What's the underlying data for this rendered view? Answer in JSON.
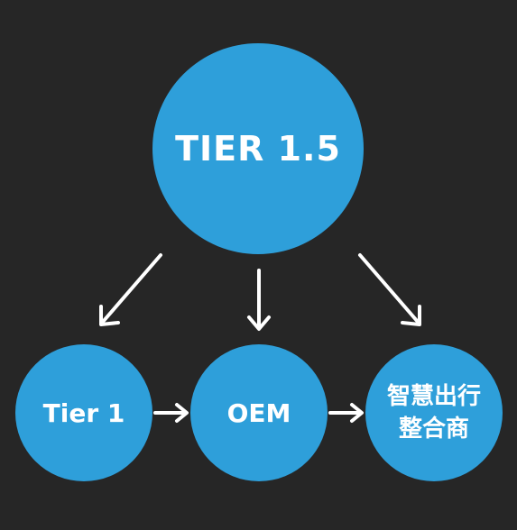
{
  "diagram": {
    "top_node": {
      "label": "TIER 1.5"
    },
    "bottom_nodes": [
      {
        "label": "Tier 1"
      },
      {
        "label": "OEM"
      },
      {
        "label_line1": "智慧出行",
        "label_line2": "整合商"
      }
    ]
  },
  "colors": {
    "background": "#262626",
    "node_fill": "#2e9fda",
    "text": "#ffffff",
    "arrow": "#ffffff"
  }
}
